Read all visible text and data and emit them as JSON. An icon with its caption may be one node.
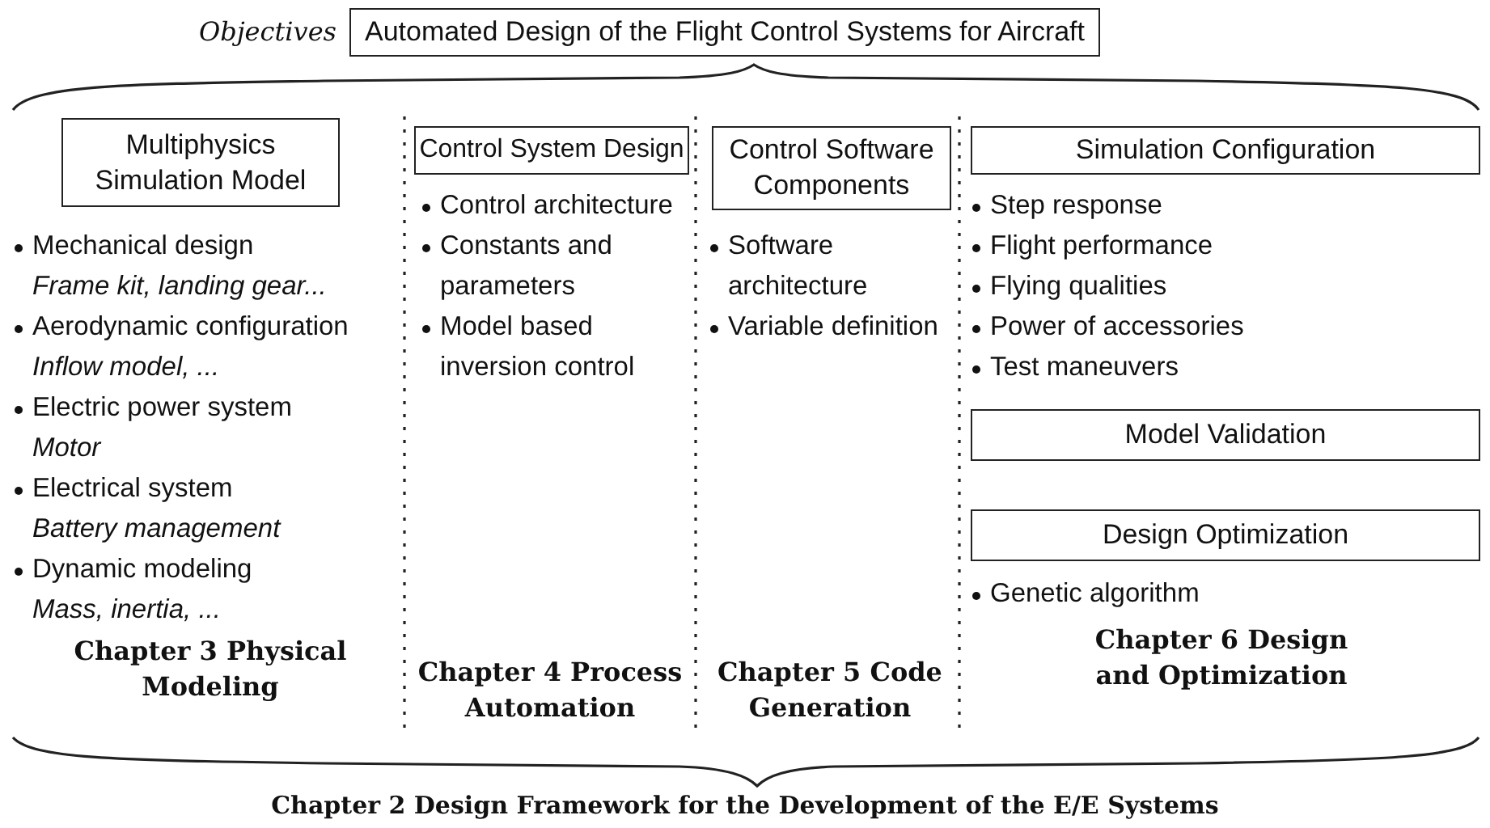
{
  "diagram": {
    "caption": "Chapter 2 Design Framework for the Development of the E/E Systems",
    "nodes": [
      {
        "text": [
          "Automated Design of the Flight Control Systems for Aircraft"
        ],
        "beside": [
          "Objectives"
        ]
      },
      {
        "text": [
          "Multiphysics Simulation Model"
        ]
      },
      {
        "text": [
          "Control System Design"
        ]
      },
      {
        "text": [
          "Control Software Components"
        ]
      },
      {
        "text": [
          "Simulation Configuration"
        ]
      },
      {
        "text": [
          "Model Validation"
        ]
      },
      {
        "text": [
          "Design Optimization"
        ]
      }
    ],
    "edges": [],
    "labels": [
      "Mechanical design",
      "Frame kit, landing gear...",
      "Aerodynamic configuration",
      "Inflow model, ...",
      "Electric power system",
      "Motor",
      "Electrical system",
      "Battery management",
      "Dynamic modeling",
      "Mass, inertia, ...",
      "Chapter 3 Physical Modeling",
      "Control architecture",
      "Constants and parameters",
      "Model based inversion control",
      "Chapter 4 Process Automation",
      "Software architecture",
      "Variable definition",
      "Chapter 5 Code Generation",
      "Step response",
      "Flight performance",
      "Flying qualities",
      "Power of accessories",
      "Test maneuvers",
      "Genetic algorithm",
      "Chapter 6 Design and Optimization"
    ]
  }
}
